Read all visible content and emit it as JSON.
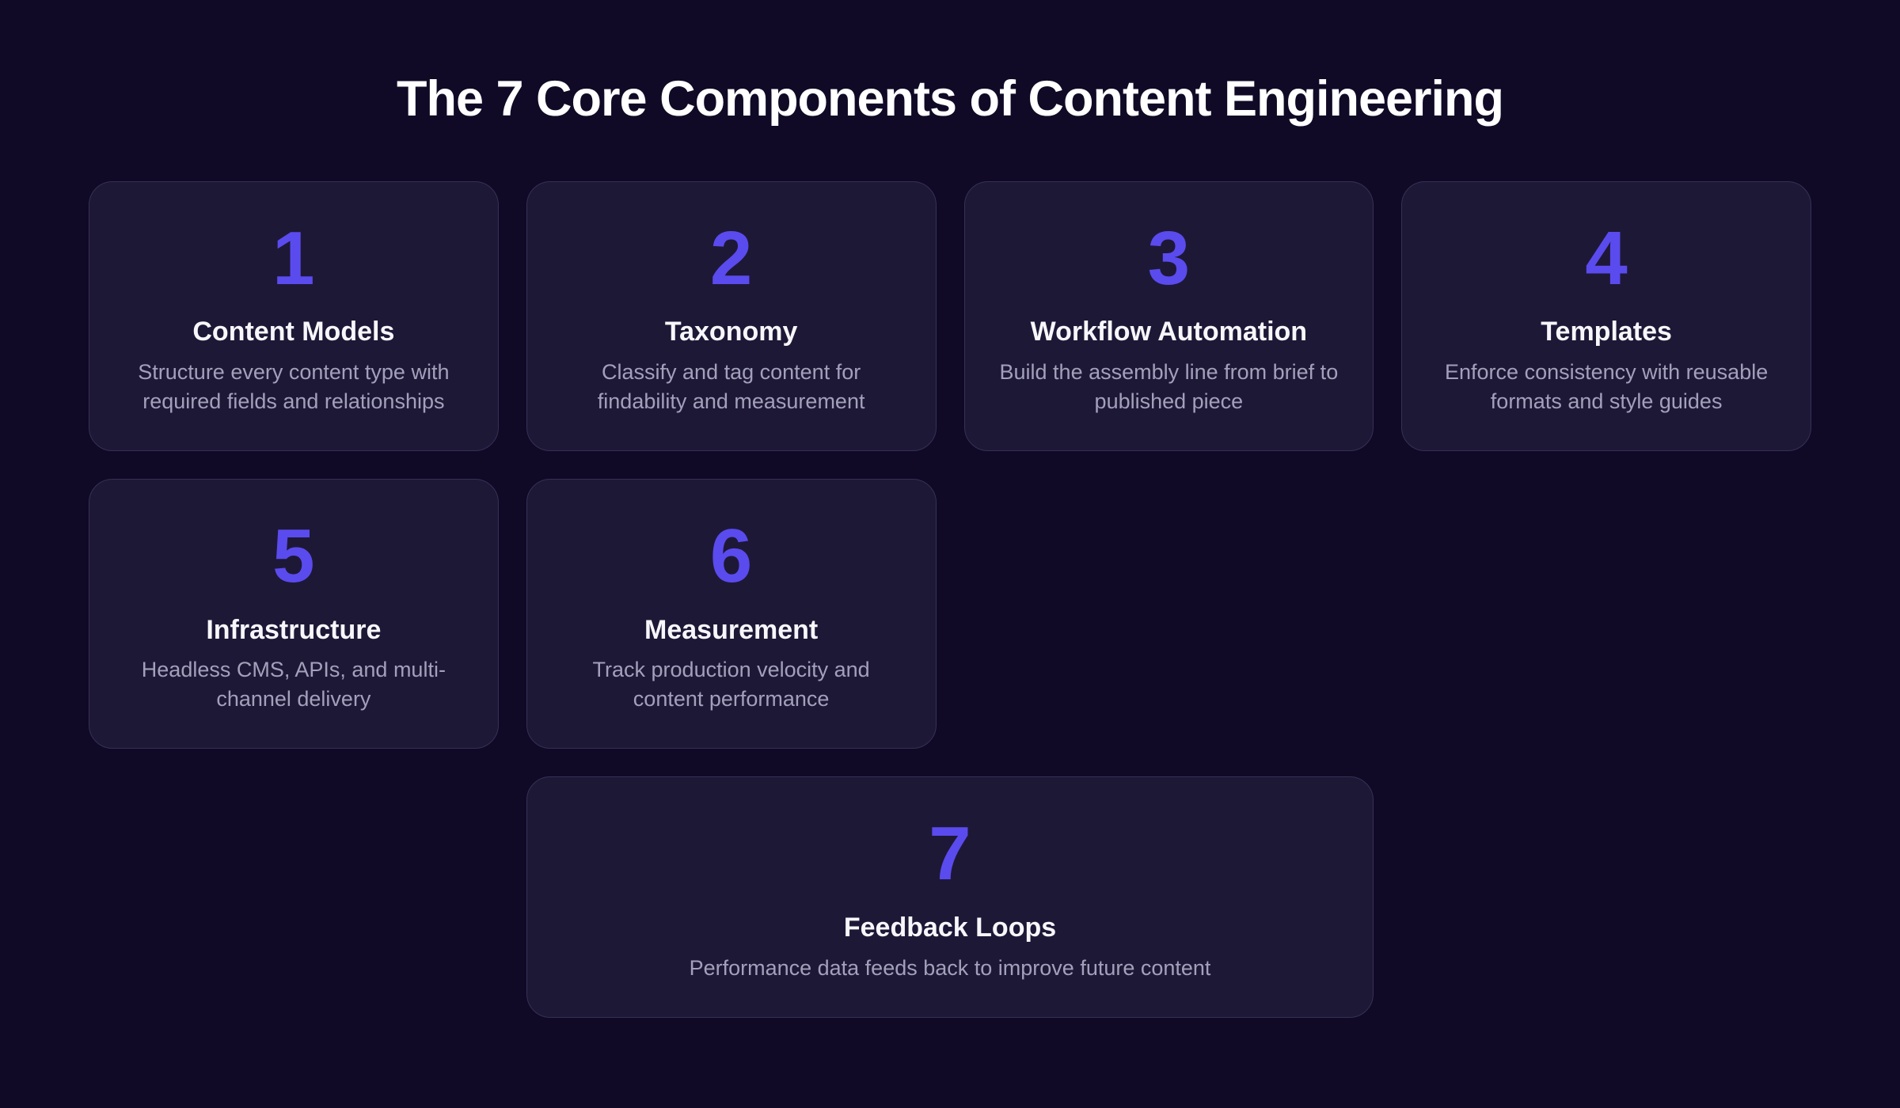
{
  "page": {
    "title": "The 7 Core Components of Content Engineering"
  },
  "colors": {
    "background": "#100a26",
    "card_background": "#1e1837",
    "card_border": "#363155",
    "accent": "#5a4bee",
    "heading": "#ffffff",
    "card_title": "#f7f7fb",
    "card_description": "#a3a0bb"
  },
  "cards": [
    {
      "number": "1",
      "title": "Content Models",
      "description": "Structure every content type with required fields and relationships"
    },
    {
      "number": "2",
      "title": "Taxonomy",
      "description": "Classify and tag content for findability and measurement"
    },
    {
      "number": "3",
      "title": "Workflow Automation",
      "description": "Build the assembly line from brief to published piece"
    },
    {
      "number": "4",
      "title": "Templates",
      "description": "Enforce consistency with reusable formats and style guides"
    },
    {
      "number": "5",
      "title": "Infrastructure",
      "description": "Headless CMS, APIs, and multi-channel delivery"
    },
    {
      "number": "6",
      "title": "Measurement",
      "description": "Track production velocity and content performance"
    },
    {
      "number": "7",
      "title": "Feedback Loops",
      "description": "Performance data feeds back to improve future content"
    }
  ]
}
